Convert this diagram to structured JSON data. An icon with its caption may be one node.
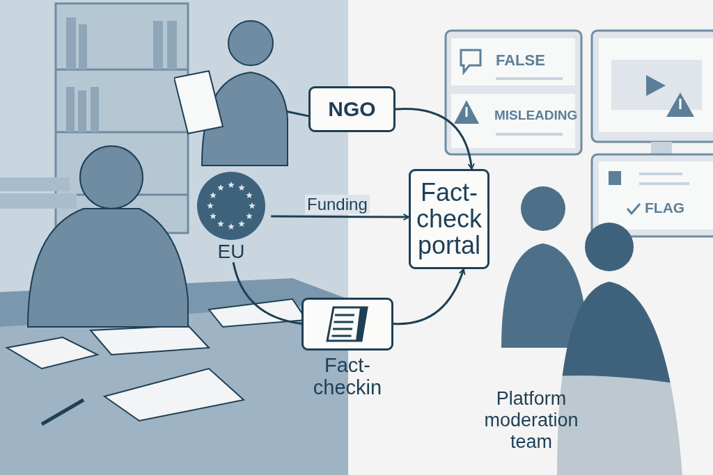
{
  "diagram": {
    "nodes": [
      {
        "text": [],
        "shape": "person"
      },
      {
        "text": [
          "NGO"
        ]
      },
      {
        "text": [
          "EU"
        ]
      },
      {
        "text": [
          "Fact- check portal"
        ]
      },
      {
        "text": [
          "Fact- checkin"
        ]
      }
    ],
    "edges": [
      {
        "from": 0,
        "to": 1,
        "arrow": "none"
      },
      {
        "from": 1,
        "to": 3,
        "arrow": "to"
      },
      {
        "from": 2,
        "to": 3,
        "arrow": "to",
        "label": "Funding"
      },
      {
        "from": 2,
        "to": 4,
        "arrow": "none"
      },
      {
        "from": 4,
        "to": 3,
        "arrow": "to"
      }
    ],
    "labels": [
      "FALSE",
      "MISLEADING",
      "FLAG",
      "Platform moderation team"
    ]
  }
}
